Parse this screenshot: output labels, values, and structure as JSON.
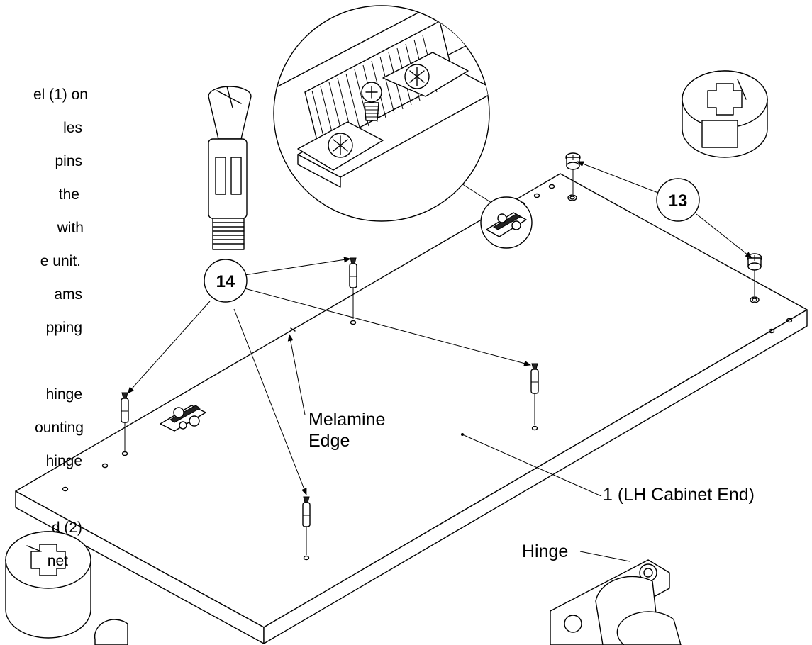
{
  "instructions": {
    "lines": [
      "el (1) on",
      "les",
      "pins",
      "the",
      "with",
      "e unit.",
      "ams",
      "pping",
      "",
      "hinge",
      "ounting",
      "hinge",
      "",
      "d (2)",
      "net"
    ]
  },
  "labels": {
    "melamine_line1": "Melamine",
    "melamine_line2": "Edge",
    "part_name": "1 (LH Cabinet End)",
    "hinge": "Hinge"
  },
  "callouts": {
    "cam": "13",
    "dowel": "14"
  }
}
